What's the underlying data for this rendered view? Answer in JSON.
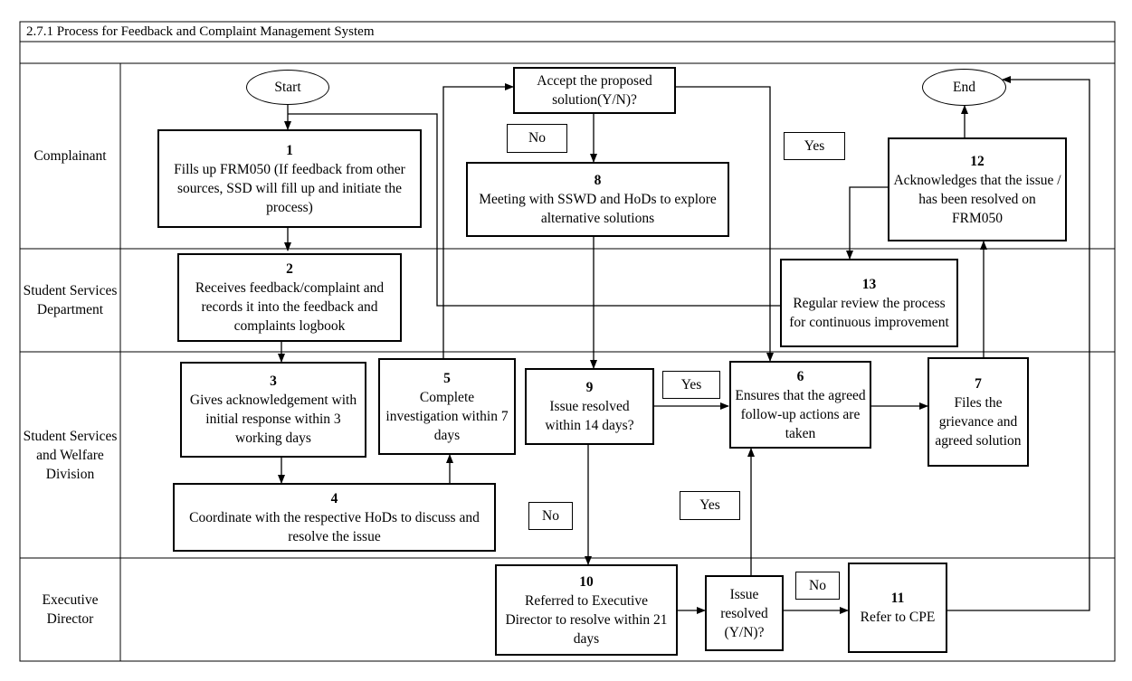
{
  "title": "2.7.1 Process for Feedback and Complaint Management System",
  "lanes": {
    "complainant": "Complainant",
    "ssd": "Student Services Department",
    "sswd": "Student Services and Welfare Division",
    "ed": "Executive Director"
  },
  "terminals": {
    "start": "Start",
    "end": "End"
  },
  "steps": {
    "s1": {
      "num": "1",
      "text": "Fills up FRM050 (If feedback from other sources, SSD will fill up and initiate the process)"
    },
    "s2": {
      "num": "2",
      "text": "Receives feedback/complaint and records it into the feedback and complaints logbook"
    },
    "s3": {
      "num": "3",
      "text": "Gives acknowledgement with initial response within 3 working days"
    },
    "s4": {
      "num": "4",
      "text": "Coordinate with the respective HoDs to discuss and resolve the issue"
    },
    "s5": {
      "num": "5",
      "text": "Complete investigation within 7 days"
    },
    "s6": {
      "num": "6",
      "text": "Ensures that the agreed follow-up actions are taken"
    },
    "s7": {
      "num": "7",
      "text": "Files the grievance and agreed solution"
    },
    "s8": {
      "num": "8",
      "text": "Meeting with SSWD and HoDs to explore alternative solutions"
    },
    "s9": {
      "num": "9",
      "text": "Issue resolved within 14 days?"
    },
    "s10": {
      "num": "10",
      "text": "Referred to Executive Director to resolve within 21 days"
    },
    "s11": {
      "num": "11",
      "text": "Refer to CPE"
    },
    "s12": {
      "num": "12",
      "text": "Acknowledges that the issue / has been resolved on FRM050"
    },
    "s13": {
      "num": "13",
      "text": "Regular review the process for continuous improvement"
    }
  },
  "decisions": {
    "accept": "Accept the proposed solution(Y/N)?",
    "ed_resolved": "Issue resolved (Y/N)?"
  },
  "labels": {
    "no_accept": "No",
    "yes_accept": "Yes",
    "yes_9": "Yes",
    "no_9": "No",
    "yes_ed": "Yes",
    "no_ed": "No"
  }
}
